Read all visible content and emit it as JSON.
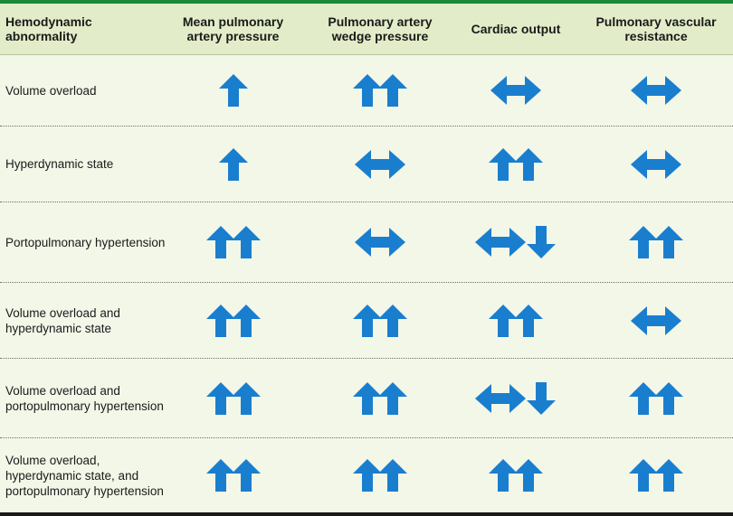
{
  "colors": {
    "accent": "#1a8a3a",
    "arrow": "#1a7ecf",
    "header_bg": "#e3ecc8",
    "body_bg": "#f3f7e8"
  },
  "header": {
    "col0": "Hemodynamic\nabnormality",
    "col1": "Mean pulmonary\nartery pressure",
    "col2": "Pulmonary artery\nwedge pressure",
    "col3": "Cardiac output",
    "col4": "Pulmonary vascular\nresistance"
  },
  "rows": [
    {
      "label": "Volume overload",
      "values": [
        "up",
        "double-up",
        "both",
        "both"
      ]
    },
    {
      "label": "Hyperdynamic state",
      "values": [
        "up",
        "both",
        "double-up",
        "both"
      ]
    },
    {
      "label": "Portopulmonary hypertension",
      "values": [
        "double-up",
        "both",
        "both-down",
        "double-up"
      ]
    },
    {
      "label": "Volume overload and\nhyperdynamic state",
      "values": [
        "double-up",
        "double-up",
        "double-up",
        "both"
      ]
    },
    {
      "label": "Volume overload and\nportopulmonary hypertension",
      "values": [
        "double-up",
        "double-up",
        "both-down",
        "double-up"
      ]
    },
    {
      "label": "Volume overload,\nhyperdynamic state, and\nportopulmonary hypertension",
      "values": [
        "double-up",
        "double-up",
        "double-up",
        "double-up"
      ]
    }
  ]
}
